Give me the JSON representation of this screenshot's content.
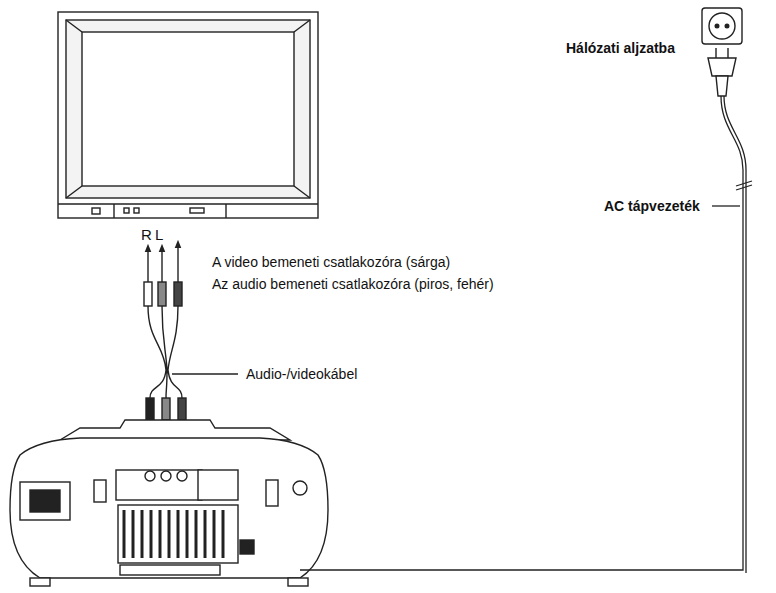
{
  "diagram": {
    "labels": [
      "R",
      "L",
      "A video bemeneti csatlakozóra (sárga)",
      "Az audio bemeneti csatlakozóra (piros, fehér)",
      "Audio-/videokábel",
      "Hálózati aljzatba",
      "AC tápvezeték"
    ]
  }
}
